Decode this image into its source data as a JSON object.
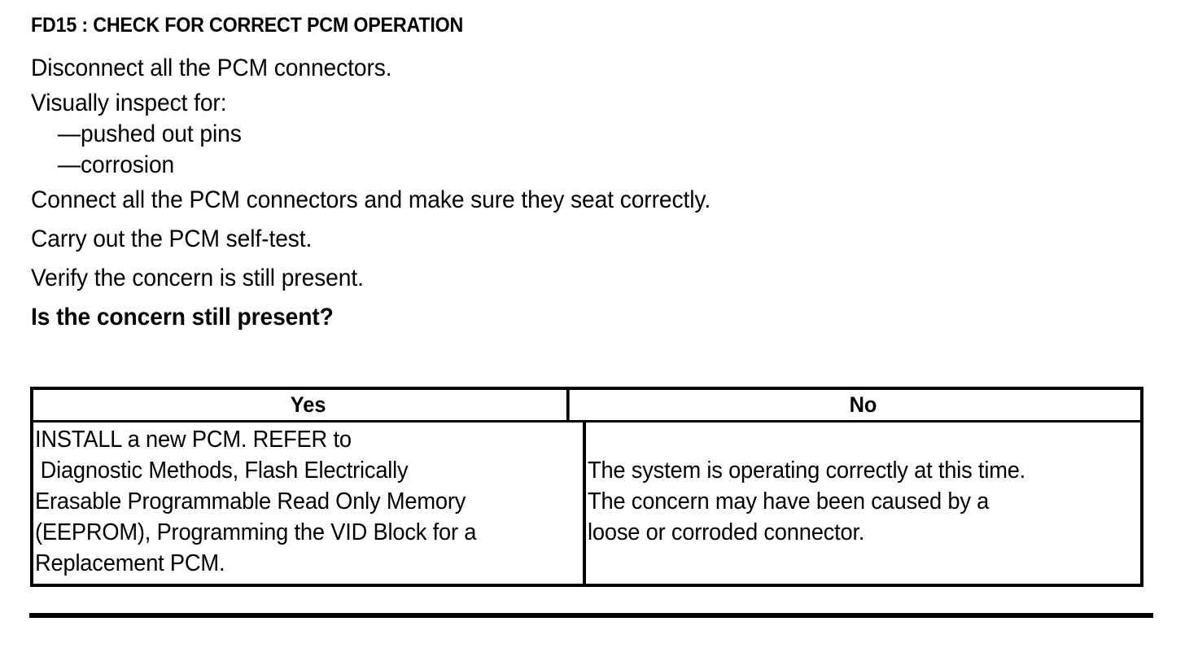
{
  "document": {
    "title": "FD15 : CHECK FOR CORRECT PCM OPERATION",
    "steps": [
      {
        "text": "Disconnect all the PCM connectors.",
        "style": "normal"
      },
      {
        "text": "Visually inspect for:",
        "style": "normal"
      },
      {
        "text": "—pushed out pins",
        "style": "indented"
      },
      {
        "text": "—corrosion",
        "style": "indented"
      },
      {
        "text": "Connect all the PCM connectors and make sure they seat correctly.",
        "style": "normal"
      },
      {
        "text": "Carry out the PCM self-test.",
        "style": "normal"
      },
      {
        "text": "Verify the concern is still present.",
        "style": "normal"
      },
      {
        "text": "Is the concern still present?",
        "style": "bold"
      }
    ]
  },
  "decision_table": {
    "headers": {
      "yes": "Yes",
      "no": "No"
    },
    "yes_cell": {
      "lines": [
        "INSTALL a new PCM. REFER to",
        "Diagnostic Methods, Flash Electrically",
        "Erasable Programmable Read Only Memory",
        "(EEPROM), Programming the VID Block for a",
        "Replacement PCM."
      ]
    },
    "no_cell": {
      "lines": [
        "The system is operating correctly at this time.",
        "The concern may have been caused by a",
        "loose or corroded connector."
      ]
    }
  },
  "colors": {
    "ink": "#000000",
    "paper": "#ffffff"
  }
}
